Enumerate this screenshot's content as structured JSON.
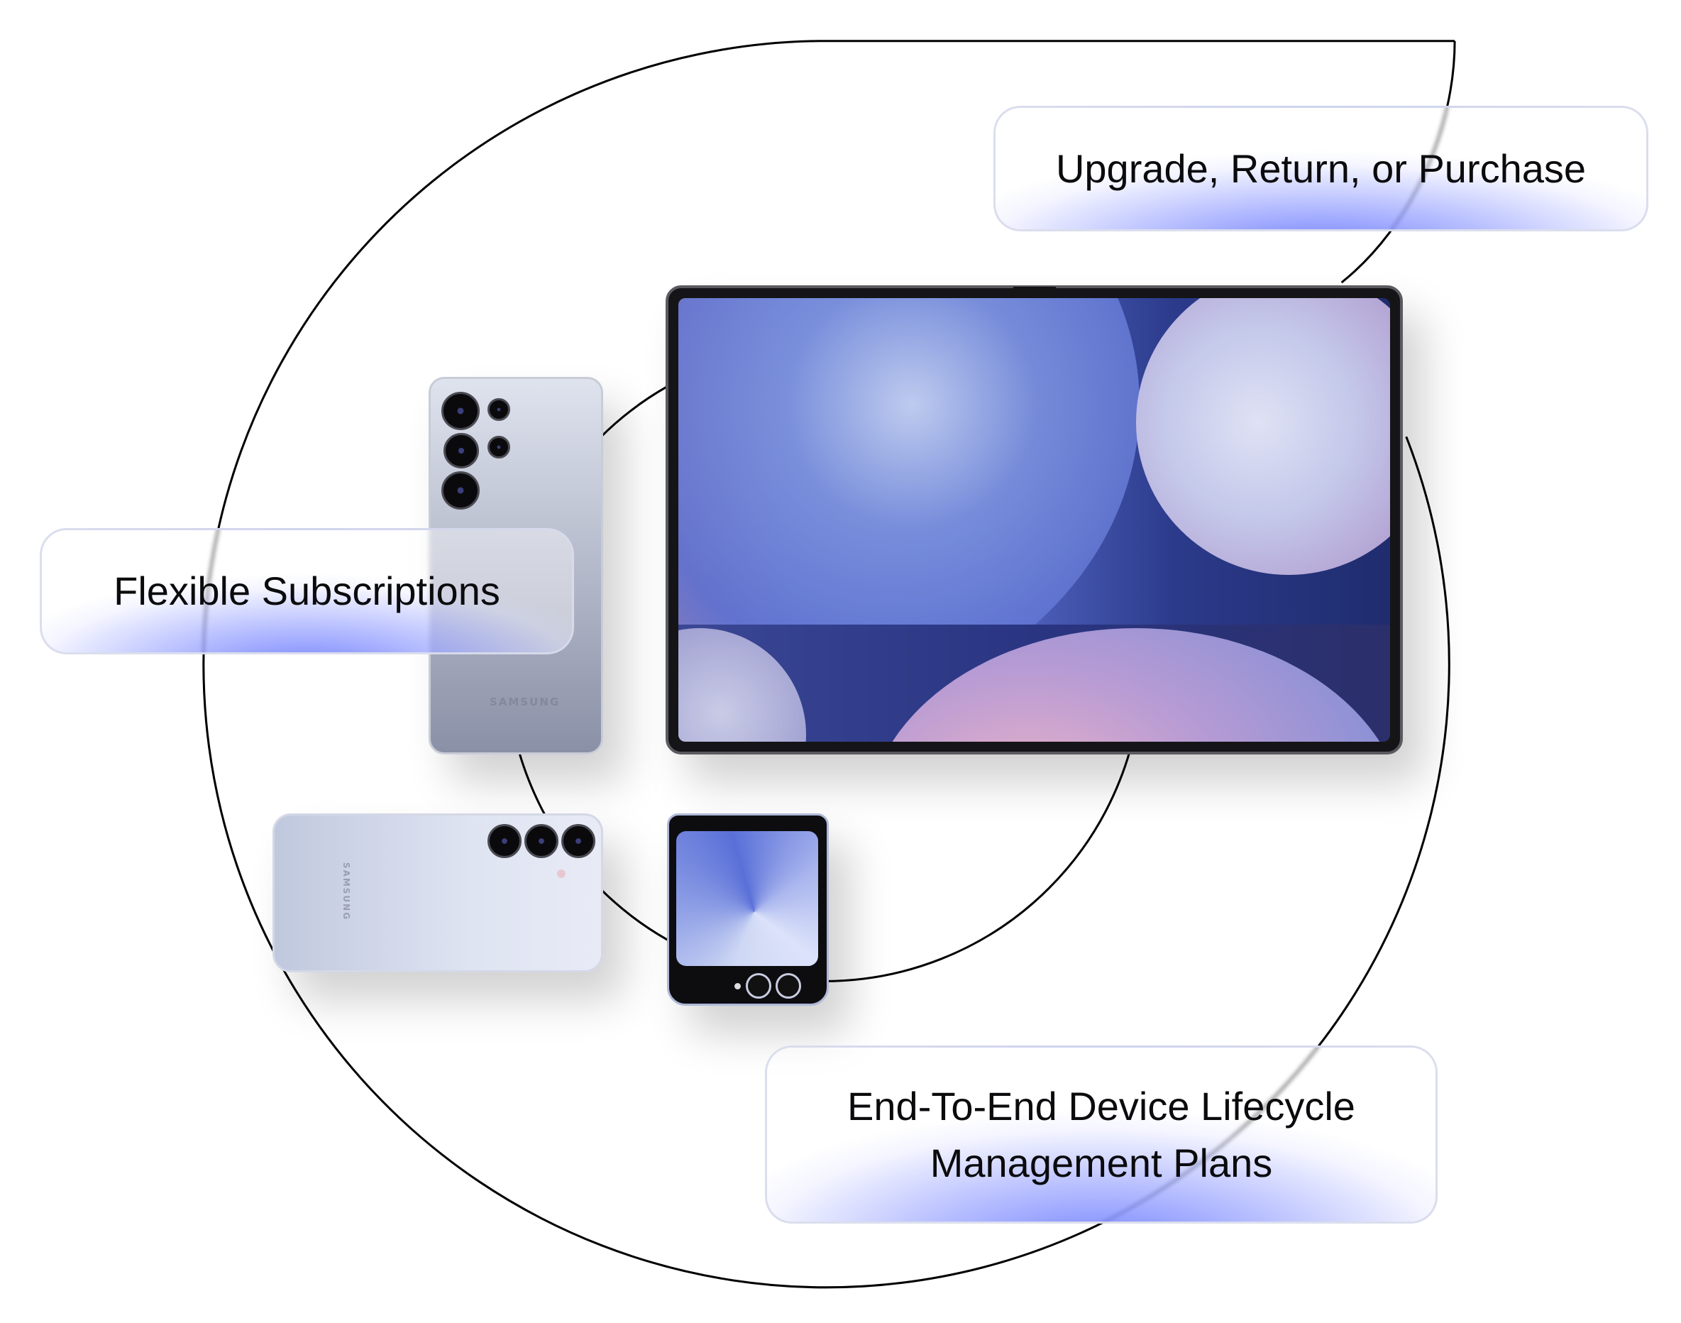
{
  "labels": {
    "upgrade": "Upgrade, Return, or Purchase",
    "subscriptions": "Flexible Subscriptions",
    "lifecycle_line1": "End-To-End Device Lifecycle",
    "lifecycle_line2": "Management Plans"
  },
  "devices": {
    "phone_brand": "SAMSUNG"
  },
  "colors": {
    "accent": "#6e7dff",
    "line": "#000000"
  }
}
